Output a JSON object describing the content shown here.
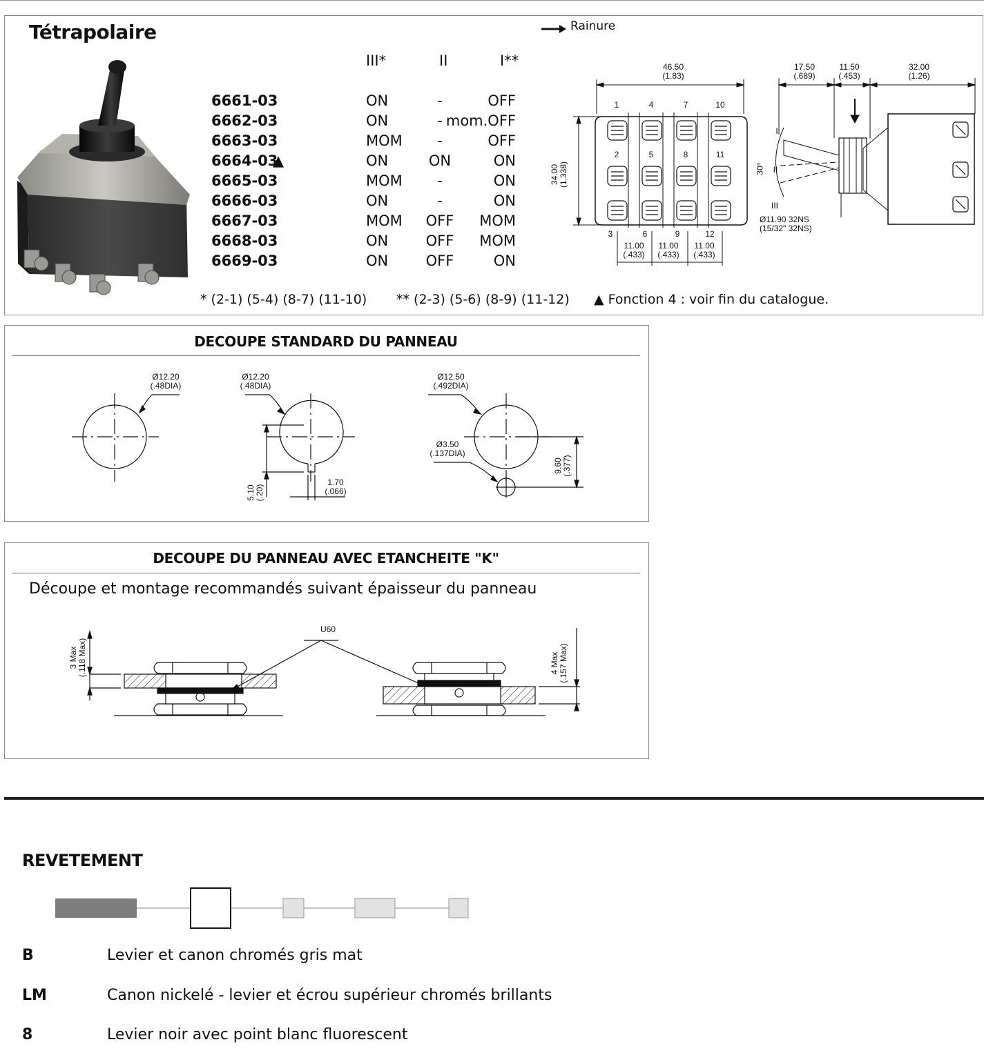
{
  "header": {
    "title": "Tétrapolaire",
    "groove_label": "Rainure"
  },
  "positions": {
    "p3": "III*",
    "p2": "II",
    "p1": "I**"
  },
  "models": [
    {
      "code": "6661-03",
      "marker": "",
      "p3": "ON",
      "p2": "-",
      "p1": "OFF"
    },
    {
      "code": "6662-03",
      "marker": "",
      "p3": "ON",
      "p2": "-",
      "p1": "mom.OFF"
    },
    {
      "code": "6663-03",
      "marker": "",
      "p3": "MOM",
      "p2": "-",
      "p1": "OFF"
    },
    {
      "code": "6664-03",
      "marker": "▲",
      "p3": "ON",
      "p2": "ON",
      "p1": "ON"
    },
    {
      "code": "6665-03",
      "marker": "",
      "p3": "MOM",
      "p2": "-",
      "p1": "ON"
    },
    {
      "code": "6666-03",
      "marker": "",
      "p3": "ON",
      "p2": "-",
      "p1": "ON"
    },
    {
      "code": "6667-03",
      "marker": "",
      "p3": "MOM",
      "p2": "OFF",
      "p1": "MOM"
    },
    {
      "code": "6668-03",
      "marker": "",
      "p3": "ON",
      "p2": "OFF",
      "p1": "MOM"
    },
    {
      "code": "6669-03",
      "marker": "",
      "p3": "ON",
      "p2": "OFF",
      "p1": "ON"
    }
  ],
  "footnotes": {
    "star": "* (2-1) (5-4) (8-7) (11-10)",
    "dstar": "** (2-3) (5-6) (8-9) (11-12)",
    "fonction": "▲ Fonction 4 : voir fin du catalogue."
  },
  "terminal_drawing": {
    "width_mm": "46.50",
    "width_in": "(1.83)",
    "height_mm": "34.00",
    "height_in": "(1.338)",
    "pitch_mm": "11.00",
    "pitch_in": "(.433)",
    "top_numbers": [
      "1",
      "4",
      "7",
      "10"
    ],
    "mid_numbers": [
      "2",
      "5",
      "8",
      "11"
    ],
    "bottom_numbers": [
      "3",
      "6",
      "9",
      "12"
    ]
  },
  "side_drawing": {
    "d1_mm": "17.50",
    "d1_in": "(.689)",
    "d2_mm": "11.50",
    "d2_in": "(.453)",
    "d3_mm": "32.00",
    "d3_in": "(1.26)",
    "angle": "30°",
    "pos_I": "I",
    "pos_II": "II",
    "pos_III": "III",
    "thread_mm": "Ø11.90 32NS",
    "thread_in": "(15/32\" 32NS)"
  },
  "cutout_standard": {
    "heading": "DECOUPE STANDARD DU PANNEAU",
    "c1_mm": "Ø12.20",
    "c1_in": "(.48DIA)",
    "c2_mm": "Ø12.20",
    "c2_in": "(.48DIA)",
    "c2_h_mm": "5.10",
    "c2_h_in": "(.20)",
    "c2_w_mm": "1.70",
    "c2_w_in": "(.066)",
    "c3_mm": "Ø12.50",
    "c3_in": "(.492DIA)",
    "c3_small_mm": "Ø3.50",
    "c3_small_in": "(.137DIA)",
    "c3_off_mm": "9.60",
    "c3_off_in": "(.377)"
  },
  "cutout_k": {
    "heading": "DECOUPE DU PANNEAU AVEC ETANCHEITE \"K\"",
    "subtitle": "Découpe et montage recommandés suivant épaisseur du panneau",
    "left_max_mm": "3 Max",
    "left_max_in": "(.118 Max)",
    "seal_label": "U60",
    "right_max_mm": "4 Max",
    "right_max_in": "(.157 Max)"
  },
  "coating": {
    "heading": "REVETEMENT",
    "items": [
      {
        "code": "B",
        "text": "Levier et canon chromés gris mat"
      },
      {
        "code": "LM",
        "text": "Canon nickelé - levier et écrou supérieur chromés brillants"
      },
      {
        "code": "8",
        "text": "Levier noir avec point blanc fluorescent"
      }
    ]
  }
}
